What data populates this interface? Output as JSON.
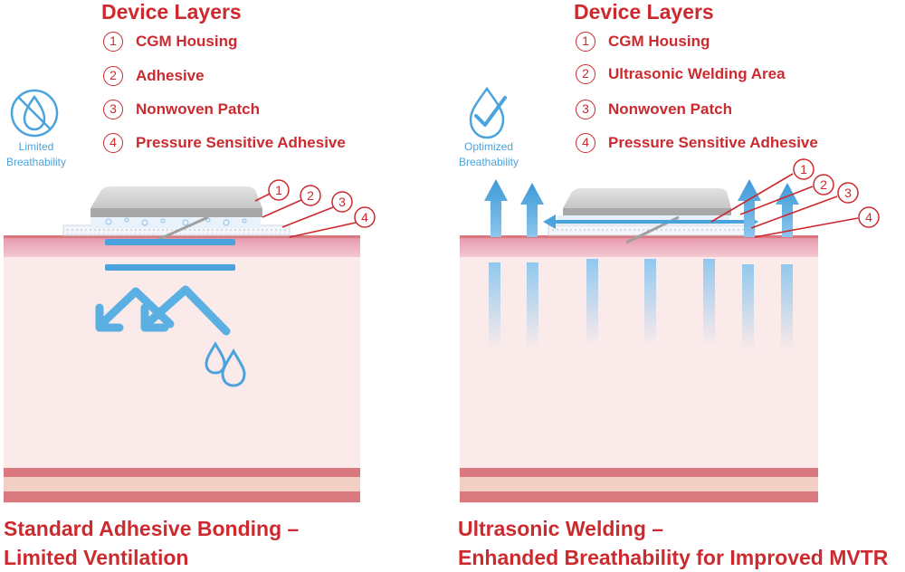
{
  "left": {
    "legend_title": "Device Layers",
    "legend": [
      {
        "num": "1",
        "label": "CGM Housing"
      },
      {
        "num": "2",
        "label": "Adhesive"
      },
      {
        "num": "3",
        "label": "Nonwoven Patch"
      },
      {
        "num": "4",
        "label": "Pressure Sensitive Adhesive"
      }
    ],
    "badge_icon": "no-water-drop-icon",
    "badge_label_line1": "Limited",
    "badge_label_line2": "Breathability",
    "callouts": [
      "1",
      "2",
      "3",
      "4"
    ],
    "caption_line1": "Standard Adhesive Bonding –",
    "caption_line2": "Limited Ventilation"
  },
  "right": {
    "legend_title": "Device Layers",
    "legend": [
      {
        "num": "1",
        "label": "CGM Housing"
      },
      {
        "num": "2",
        "label": "Ultrasonic Welding Area"
      },
      {
        "num": "3",
        "label": "Nonwoven Patch"
      },
      {
        "num": "4",
        "label": "Pressure Sensitive Adhesive"
      }
    ],
    "badge_icon": "water-drop-check-icon",
    "badge_label_line1": "Optimized",
    "badge_label_line2": "Breathability",
    "callouts": [
      "1",
      "2",
      "3",
      "4"
    ],
    "caption_line1": "Ultrasonic Welding –",
    "caption_line2": "Enhanded Breathability for Improved MVTR"
  },
  "colors": {
    "accent_red": "#cc2a2f",
    "skin": "#fbeaea",
    "skin_top": "#e9a2b5",
    "skin_line": "#d9787f",
    "moisture_blue": "#4aa3dd"
  }
}
